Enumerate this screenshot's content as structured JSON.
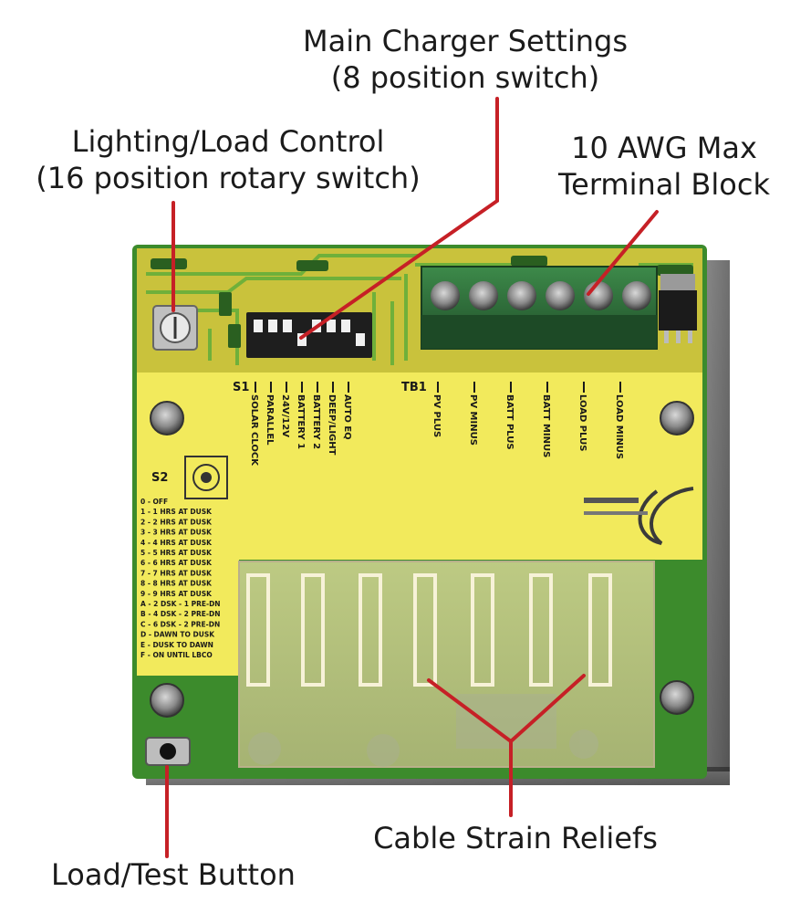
{
  "callouts": {
    "main_charger": {
      "line1": "Main Charger Settings",
      "line2": "(8 position switch)"
    },
    "lighting": {
      "line1": "Lighting/Load Control",
      "line2": "(16 position rotary switch)"
    },
    "terminal": {
      "line1": "10 AWG Max",
      "line2": "Terminal Block"
    },
    "strain": {
      "line1": "Cable Strain Reliefs"
    },
    "load_test": {
      "line1": "Load/Test Button"
    }
  },
  "board": {
    "s1_label": "S1",
    "s1_switches": [
      "SOLAR CLOCK",
      "PARALLEL",
      "24V/12V",
      "BATTERY 1",
      "BATTERY 2",
      "DEEP/LIGHT",
      "AUTO EQ"
    ],
    "tb1_label": "TB1",
    "tb1_terminals": [
      "PV PLUS",
      "PV MINUS",
      "BATT PLUS",
      "BATT MINUS",
      "LOAD PLUS",
      "LOAD MINUS"
    ],
    "s2_label": "S2",
    "s2_modes": [
      "0 - OFF",
      "1 - 1 HRS AT DUSK",
      "2 - 2 HRS AT DUSK",
      "3 - 3 HRS AT DUSK",
      "4 - 4 HRS AT DUSK",
      "5 - 5 HRS AT DUSK",
      "6 - 6 HRS AT DUSK",
      "7 - 7 HRS AT DUSK",
      "8 - 8 HRS AT DUSK",
      "9 - 9 HRS AT DUSK",
      "A - 2 DSK - 1 PRE-DN",
      "B - 4 DSK - 2 PRE-DN",
      "C - 6 DSK - 2 PRE-DN",
      "D - DAWN TO DUSK",
      "E - DUSK TO DAWN",
      "F - ON UNTIL LBCO"
    ]
  },
  "colors": {
    "pcb_green": "#3c8b2c",
    "pcb_yellow": "#d9cf3a",
    "label_yellow": "#f2ea5c",
    "terminal_green": "#2f6e3a",
    "leader_red": "#c62026"
  }
}
